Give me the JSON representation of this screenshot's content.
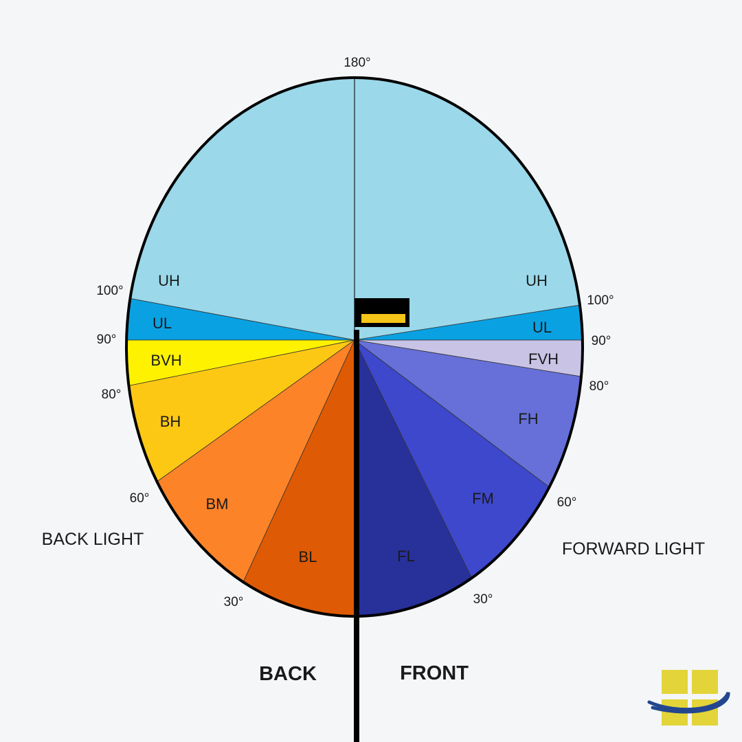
{
  "top_label": "180°",
  "sides": {
    "back_light": "BACK LIGHT",
    "forward_light": "FORWARD LIGHT",
    "back": "BACK",
    "front": "FRONT"
  },
  "back_zones": [
    {
      "id": "uh",
      "label": "UH",
      "color": "#9ad8ea"
    },
    {
      "id": "ul",
      "label": "UL",
      "color": "#0aa1e3"
    },
    {
      "id": "bvh",
      "label": "BVH",
      "color": "#fff200"
    },
    {
      "id": "bh",
      "label": "BH",
      "color": "#fdc813"
    },
    {
      "id": "bm",
      "label": "BM",
      "color": "#fd8328"
    },
    {
      "id": "bl",
      "label": "BL",
      "color": "#de5a04"
    }
  ],
  "front_zones": [
    {
      "id": "uh",
      "label": "UH",
      "color": "#9ad8ea"
    },
    {
      "id": "ul",
      "label": "UL",
      "color": "#0aa1e3"
    },
    {
      "id": "fvh",
      "label": "FVH",
      "color": "#c9c3e6"
    },
    {
      "id": "fh",
      "label": "FH",
      "color": "#6670d8"
    },
    {
      "id": "fm",
      "label": "FM",
      "color": "#3d48cc"
    },
    {
      "id": "fl",
      "label": "FL",
      "color": "#28309a"
    }
  ],
  "back_degrees": [
    "100°",
    "90°",
    "80°",
    "60°",
    "30°"
  ],
  "front_degrees": [
    "100°",
    "90°",
    "80°",
    "60°",
    "30°"
  ],
  "colors": {
    "outline": "#000000",
    "luminaire_body": "#000000",
    "luminaire_lens": "#f5c518",
    "logo_square": "#e3d43a",
    "logo_swoosh": "#23468f"
  }
}
